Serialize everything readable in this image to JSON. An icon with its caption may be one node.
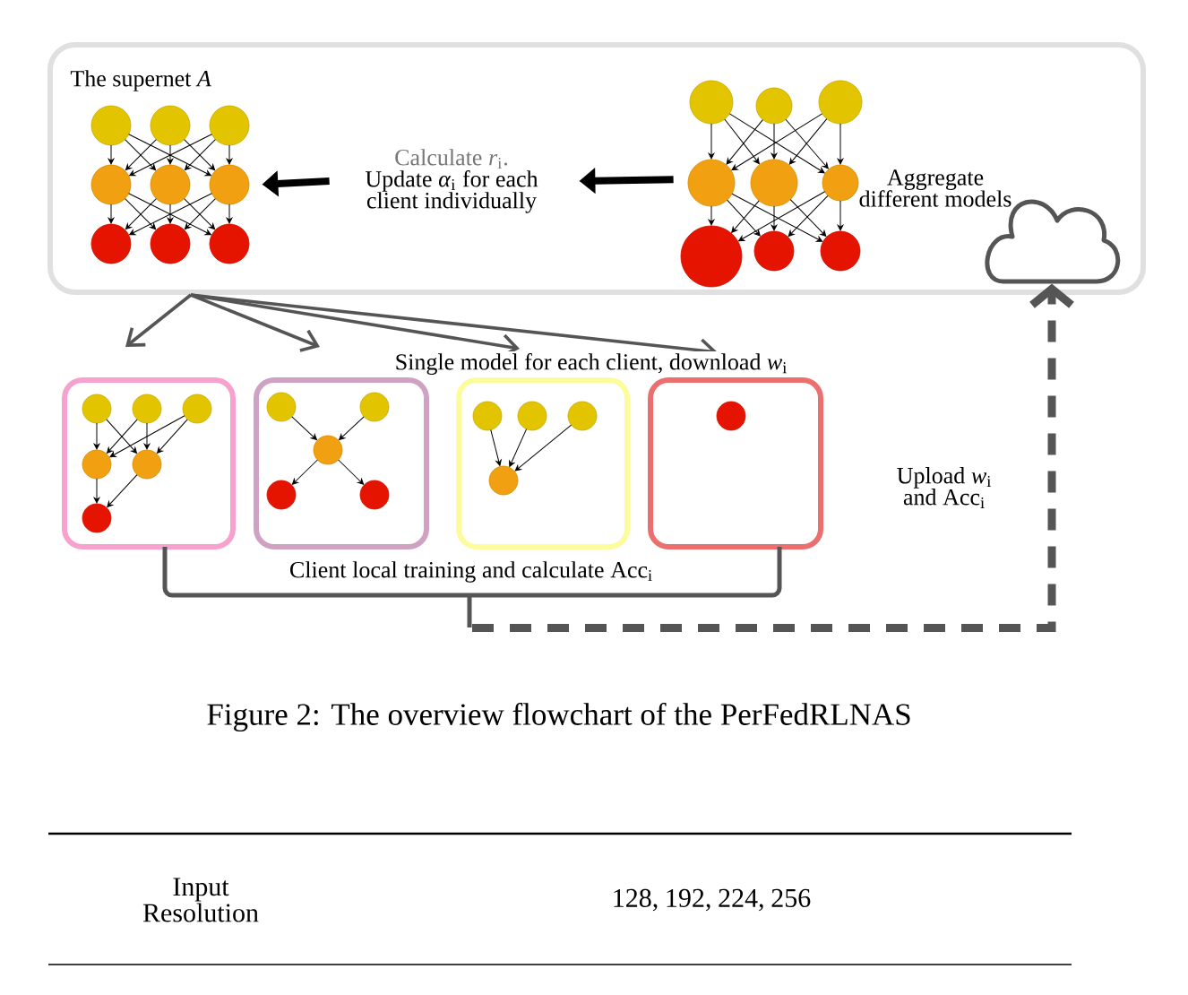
{
  "diagram": {
    "caption": "Figure 2: The overview flowchart of the PerFedRLNAS",
    "nodes": [
      {
        "text": [
          "The supernet *A*"
        ]
      },
      {
        "text": [],
        "shape": "picture",
        "in": 0
      },
      {
        "text": [
          "Calculate *r*$_{i}$.",
          "Update *α*$_{i}$ for each client individually"
        ],
        "in": 0
      },
      {
        "text": [],
        "shape": "picture",
        "in": 0,
        "beside": [
          "Aggregate different models"
        ]
      },
      {
        "text": [],
        "shape": "cloud",
        "in": 0
      },
      {
        "text": [],
        "shape": "box"
      },
      {
        "text": [],
        "shape": "box"
      },
      {
        "text": [],
        "shape": "box"
      },
      {
        "text": [],
        "shape": "box"
      },
      {
        "text": [
          "Client local training and calculate Acc$_{i}$"
        ]
      }
    ],
    "edges": [
      {
        "from": 3,
        "to": 2,
        "arrow": "to",
        "style": "thick",
        "color": "#000000"
      },
      {
        "from": 2,
        "to": 1,
        "arrow": "to",
        "style": "thick",
        "color": "#000000"
      },
      {
        "from": 0,
        "to": 5,
        "arrow": "to"
      },
      {
        "from": 0,
        "to": 6,
        "arrow": "to"
      },
      {
        "from": 0,
        "to": 7,
        "arrow": "to"
      },
      {
        "from": 0,
        "to": 8,
        "arrow": "to"
      },
      {
        "from": 9,
        "to": 4,
        "arrow": "to",
        "style": "dashed",
        "label": "Upload *w*$_{i}$ and Acc$_{i}$"
      }
    ],
    "labels": [
      "Single model for each client, download *w*$_{i}$",
      "Input Resolution",
      "128, 192, 224, 256"
    ]
  }
}
